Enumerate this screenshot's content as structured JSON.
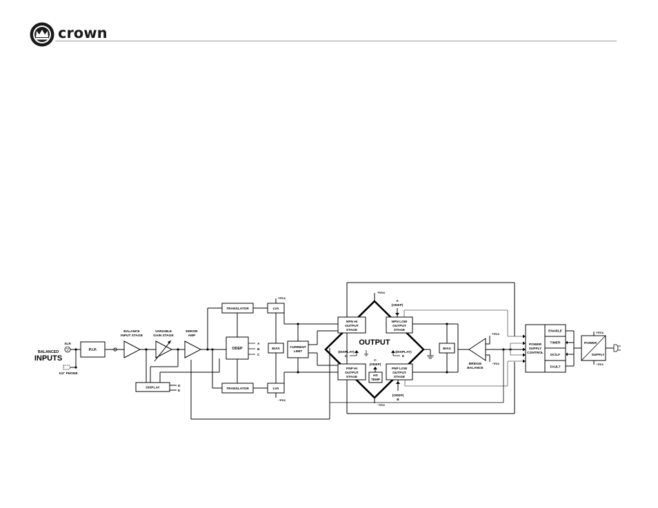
{
  "header": {
    "brand": "crown"
  },
  "diagram": {
    "inputs": {
      "balanced": "BALANCED",
      "inputs": "INPUTS",
      "xlr": "XLR",
      "phone": "1/4\" PHONE"
    },
    "pip": "P.I.P.",
    "balance_input_stage": [
      "BALANCE",
      "INPUT STAGE"
    ],
    "variable_gain_stage": [
      "VARIABLE",
      "GAIN STAGE"
    ],
    "error_amp": [
      "ERROR",
      "AMP"
    ],
    "display": "DISPLAY",
    "display_d": "D",
    "display_e": "E",
    "translator_top": "TRANSLATOR",
    "translator_bottom": "TRANSLATOR",
    "odep": "ODEP",
    "odep_a": "A",
    "odep_b": "B",
    "odep_c": "C",
    "lva_top": "LVA",
    "lva_bottom": "LVA",
    "bias_left": "BIAS",
    "bias_right": "BIAS",
    "current_limit": [
      "CURRENT",
      "LIMIT"
    ],
    "plus_vcc": "+Vcc",
    "minus_vcc": "–Vcc",
    "npn_hi": [
      "NPN HI",
      "OUTPUT",
      "STAGE"
    ],
    "npn_low": [
      "NPN LOW",
      "OUTPUT",
      "STAGE"
    ],
    "pnp_hi": [
      "PNP HI",
      "OUTPUT",
      "STAGE"
    ],
    "pnp_low": [
      "PNP LOW",
      "OUTPUT",
      "STAGE"
    ],
    "output": "OUTPUT",
    "a_odep": [
      "A",
      "(ODEP)"
    ],
    "b_odep": [
      "(ODEP)",
      "B"
    ],
    "c_odep": [
      "C",
      "(ODEP)"
    ],
    "display_d_left": [
      "(DISPLAY)",
      "D"
    ],
    "display_e_right": [
      "(DISPLAY)",
      "E"
    ],
    "hs_temp": [
      "HS",
      "TEMP"
    ],
    "bridge_balance": [
      "BRIDGE",
      "BALANCE"
    ],
    "power_supply_control": [
      "POWER",
      "SUPPLY",
      "CONTROL"
    ],
    "enable": "ENABLE",
    "timer": "TIMER",
    "dc_lf": "DC/LF",
    "fault": "FAULT",
    "power_supply": [
      "POWER",
      "SUPPLY"
    ]
  }
}
